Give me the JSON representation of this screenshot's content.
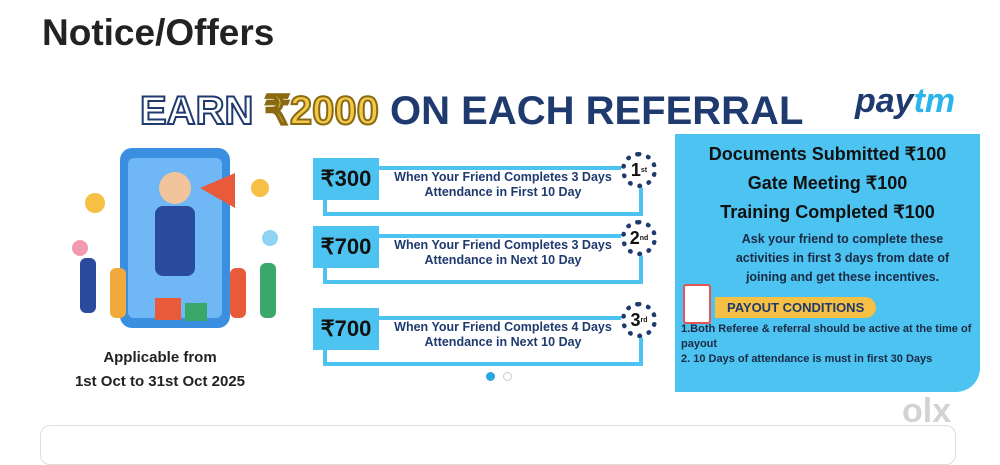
{
  "page": {
    "title": "Notice/Offers"
  },
  "banner": {
    "headline": {
      "earn": "EARN",
      "amount": "₹2000",
      "rest": "ON EACH REFERRAL"
    },
    "brand": {
      "pay": "pay",
      "tm": "tm"
    },
    "applicable_line1": "Applicable from",
    "applicable_line2": "1st Oct to 31st Oct 2025",
    "milestones": [
      {
        "amount": "₹300",
        "text": "When Your Friend Completes 3 Days Attendance in First 10 Day",
        "rank": "1",
        "suffix": "st"
      },
      {
        "amount": "₹700",
        "text": "When Your Friend Completes 3 Days Attendance in Next 10 Day",
        "rank": "2",
        "suffix": "nd"
      },
      {
        "amount": "₹700",
        "text": "When Your Friend Completes 4 Days Attendance in Next 10 Day",
        "rank": "3",
        "suffix": "rd"
      }
    ],
    "incentives": [
      "Documents Submitted ₹100",
      "Gate Meeting ₹100",
      "Training Completed ₹100"
    ],
    "ask_text": "Ask your friend to complete these activities in first 3 days from date of joining and get these incentives.",
    "payout_title": "PAYOUT CONDITIONS",
    "conditions": [
      "1.Both Referee & referral should be active at the time of payout",
      "2. 10 Days of attendance is must in first 30 Days"
    ],
    "carousel": {
      "current": 1,
      "total": 2
    },
    "watermark": "olx"
  },
  "colors": {
    "accent": "#4cc3f0",
    "navy": "#1f3a6e",
    "gold": "#f5c044"
  }
}
